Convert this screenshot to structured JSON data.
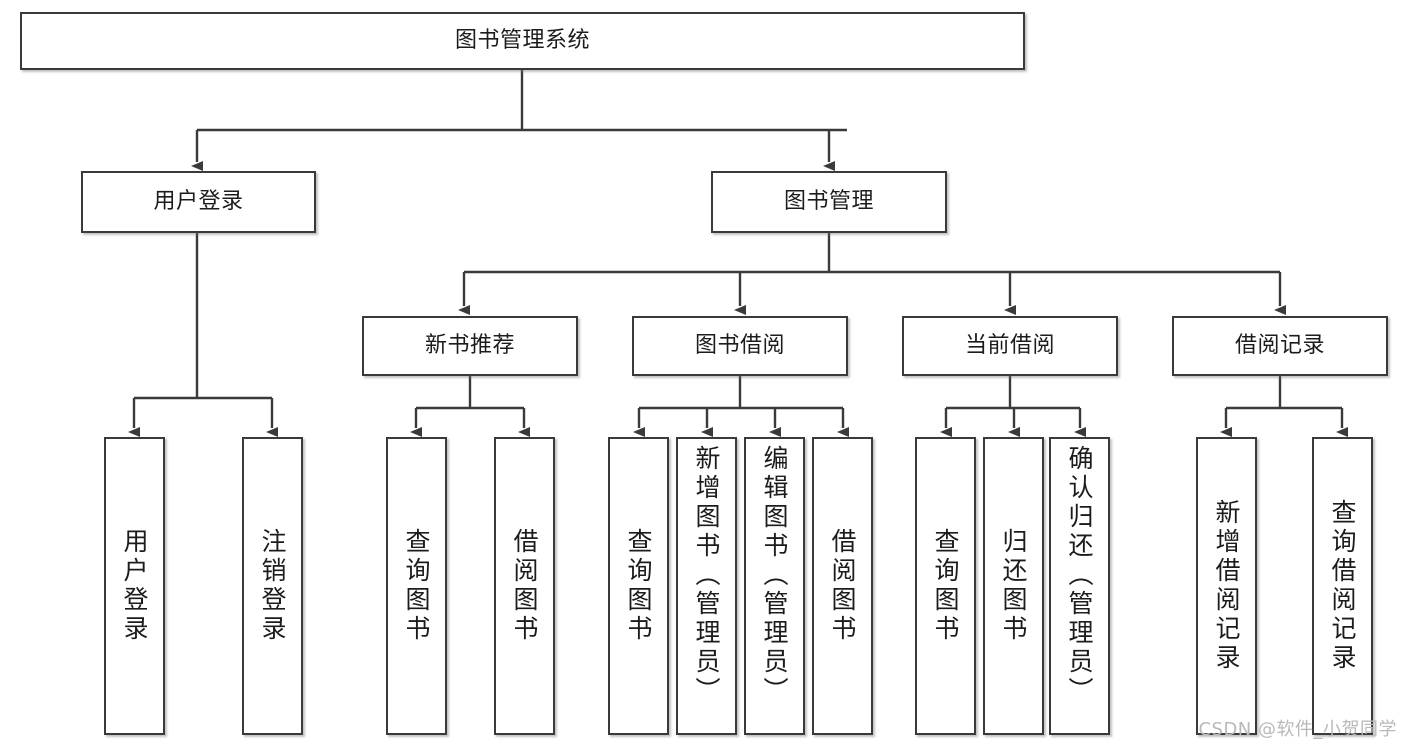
{
  "diagram": {
    "type": "tree-hierarchy",
    "title": "图书管理系统",
    "root": {
      "id": "root",
      "label": "图书管理系统"
    },
    "level2": [
      {
        "id": "user-login",
        "label": "用户登录"
      },
      {
        "id": "book-manage",
        "label": "图书管理"
      }
    ],
    "level3": [
      {
        "id": "new-book-recommend",
        "label": "新书推荐",
        "parent": "book-manage"
      },
      {
        "id": "book-borrow",
        "label": "图书借阅",
        "parent": "book-manage"
      },
      {
        "id": "current-borrow",
        "label": "当前借阅",
        "parent": "book-manage"
      },
      {
        "id": "borrow-record",
        "label": "借阅记录",
        "parent": "book-manage"
      }
    ],
    "leaves": [
      {
        "id": "leaf-user-login",
        "label": "用户登录",
        "parent": "user-login"
      },
      {
        "id": "leaf-logout",
        "label": "注销登录",
        "parent": "user-login"
      },
      {
        "id": "leaf-query-book-1",
        "label": "查询图书",
        "parent": "new-book-recommend"
      },
      {
        "id": "leaf-borrow-book-1",
        "label": "借阅图书",
        "parent": "new-book-recommend"
      },
      {
        "id": "leaf-query-book-2",
        "label": "查询图书",
        "parent": "book-borrow"
      },
      {
        "id": "leaf-add-book",
        "label": "新增图书（管理员）",
        "parent": "book-borrow"
      },
      {
        "id": "leaf-edit-book",
        "label": "编辑图书（管理员）",
        "parent": "book-borrow"
      },
      {
        "id": "leaf-borrow-book-2",
        "label": "借阅图书",
        "parent": "book-borrow"
      },
      {
        "id": "leaf-query-book-3",
        "label": "查询图书",
        "parent": "current-borrow"
      },
      {
        "id": "leaf-return-book",
        "label": "归还图书",
        "parent": "current-borrow"
      },
      {
        "id": "leaf-confirm-return",
        "label": "确认归还（管理员）",
        "parent": "current-borrow"
      },
      {
        "id": "leaf-add-record",
        "label": "新增借阅记录",
        "parent": "borrow-record"
      },
      {
        "id": "leaf-query-record",
        "label": "查询借阅记录",
        "parent": "borrow-record"
      }
    ]
  },
  "watermark": {
    "text": "CSDN @软件_小贺同学"
  },
  "colors": {
    "border": "#3a3a3a",
    "text": "#1c1c1c",
    "background": "#ffffff",
    "watermark": "#b9b9b9"
  }
}
